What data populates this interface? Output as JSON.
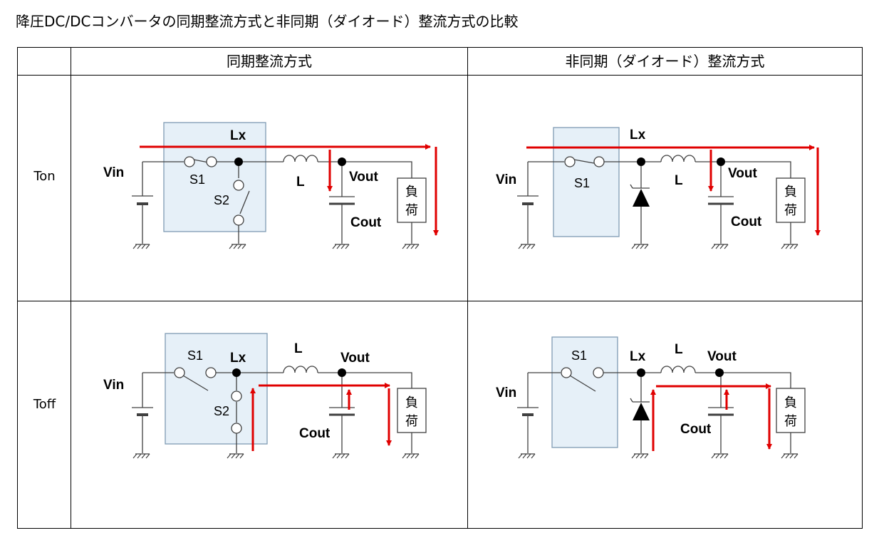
{
  "title": "降圧DC/DCコンバータの同期整流方式と非同期（ダイオード）整流方式の比較",
  "table": {
    "col_sync": "同期整流方式",
    "col_async": "非同期（ダイオード）整流方式",
    "row_on": "Ton",
    "row_off": "Toff"
  },
  "labels": {
    "vin": "Vin",
    "s1": "S1",
    "s2": "S2",
    "lx": "Lx",
    "l": "L",
    "vout": "Vout",
    "cout": "Cout",
    "load_1": "負",
    "load_2": "荷"
  },
  "colors": {
    "current_arrow": "#e00000",
    "ic_fill": "#e6f0f8",
    "ic_border": "#7f9bb3",
    "wire": "#404040"
  }
}
